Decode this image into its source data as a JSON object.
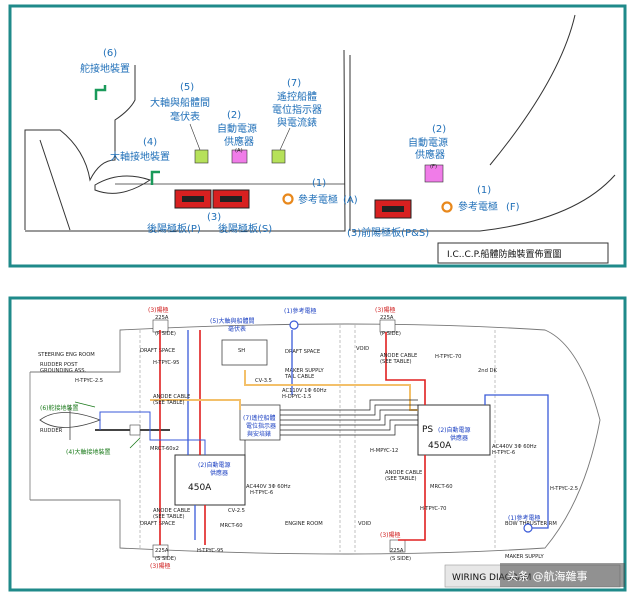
{
  "top": {
    "title": "I.C..C.P.船體防蝕裝置佈置圖",
    "labels": {
      "l6_num": "(6)",
      "l6_a": "舵接地裝置",
      "l5_num": "(5)",
      "l5_a": "大軸與船體間",
      "l5_b": "毫伏表",
      "l2_num": "(2)",
      "l2_a": "自動電源",
      "l2_b": "供應器",
      "l2_mark": "(A)",
      "l7_num": "(7)",
      "l7_a": "遙控船體",
      "l7_b": "電位指示器",
      "l7_c": "與電流錶",
      "l4_num": "(4)",
      "l4_a": "大軸接地裝置",
      "l2f_num": "(2)",
      "l2f_a": "自動電源",
      "l2f_b": "供應器",
      "l2f_mark": "(F)",
      "l1a_num": "(1)",
      "l1a_a": "參考電極",
      "l1a_b": "(A)",
      "l1f_num": "(1)",
      "l1f_a": "參考電極",
      "l1f_b": "(F)",
      "l3_num": "(3)",
      "l3_a": "後陽極板(P)",
      "l3_b": "後陽極板(S)",
      "l3f": "(3)前陽極板(P&S)"
    }
  },
  "bottom": {
    "title": "WIRING DIAGRAM",
    "watermark": "头条 @航海雜事",
    "labels": {
      "anode_top_left_num": "(3)陽極",
      "anode_top_right_num": "(3)陽極",
      "anode_bot_left": "(3)陽極",
      "anode_bot_mid": "(3)陽極",
      "mv_num": "(5)大軸與船體間",
      "mv_b": "毫伏表",
      "ref_top": "(1)參考電極",
      "ref_bot": "(1)參考電極",
      "rudder_ground": "(6)舵接地裝置",
      "shaft_ground": "(4)大軸接地裝置",
      "remote_num": "(7)遙控船體",
      "remote_b": "電位指示器",
      "remote_c": "與安培錶",
      "ps_left_num": "(2)自動電源",
      "ps_left_b": "供應器",
      "ps_left_model": "450A",
      "ps_right_prefix": "PS",
      "ps_right_num": "(2)自動電源",
      "ps_right_b": "供應器",
      "ps_right_model": "450A",
      "sh": "SH",
      "p_side": "(P SIDE)",
      "s_side": "(S SIDE)",
      "a225_1": "225A",
      "a225_2": "225A",
      "a225_3": "225A",
      "a225_4": "225A",
      "steering": "STEERING ENG ROOM",
      "rudder_post": "RUDDER POST",
      "grounding": "GROUNDING ASS.",
      "rudder": "RUDDER",
      "drift_space_1": "DRAFT SPACE",
      "drift_space_2": "DRAFT SPACE",
      "drift_space_3": "DRAFT SPACE",
      "engine_room": "ENGINE ROOM",
      "void1": "VOID",
      "void2": "VOID",
      "anode_cable": "ANODE CABLE",
      "see_table": "(SEE TABLE)",
      "ac440": "AC440V 3Φ 60Hz",
      "ac440b": "AC440V 3Φ 60Hz",
      "ac100": "AC110V 1Φ 60Hz",
      "htpyc": "H-TPYC-6",
      "htpyc2": "H-TPYC-2.5",
      "htpyc70": "H-TPYC-70",
      "htpyc95": "H-TPYC-95",
      "hmpyc": "H-MPYC-12",
      "hdpyc": "H-DPYC-1.5",
      "cv": "CV-3.5",
      "cv2": "CV-2.5",
      "mrct": "MRCT-60",
      "mrct2": "MRCT-60x2",
      "bow": "BOW THRUSTER RM",
      "maker": "MAKER SUPPLY",
      "maker2": "MAKER SUPPLY",
      "tail_cable": "TAIL CABLE",
      "second": "2nd DK"
    }
  },
  "colors": {
    "blue_label": "#1f6fb8",
    "anode_red": "#d82020",
    "green_box": "#b6e15a",
    "pink_box": "#f07ce8",
    "ref_orange": "#e8881c",
    "orange_wire": "#f3c06a",
    "red_wire": "#e02020",
    "blue_wire": "#3a5ad8",
    "frame_teal": "#1f8a8a"
  }
}
